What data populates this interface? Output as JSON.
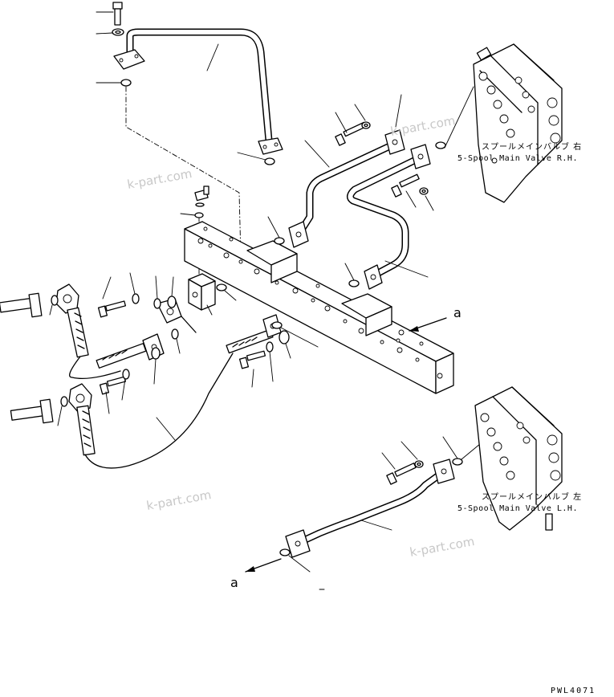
{
  "callouts": {
    "rh_valve_jp": "スプールメインバルブ 右",
    "rh_valve_en": "5-Spool Main Valve R.H.",
    "lh_valve_jp": "スプールメインバルブ 左",
    "lh_valve_en": "5-Spool Main Valve L.H.",
    "view_letter_upper": "a",
    "view_letter_lower": "a"
  },
  "watermarks": [
    "k-part.com",
    "k-part.com",
    "k-part.com",
    "k-part.com"
  ],
  "drawing_code": "PWL4071"
}
